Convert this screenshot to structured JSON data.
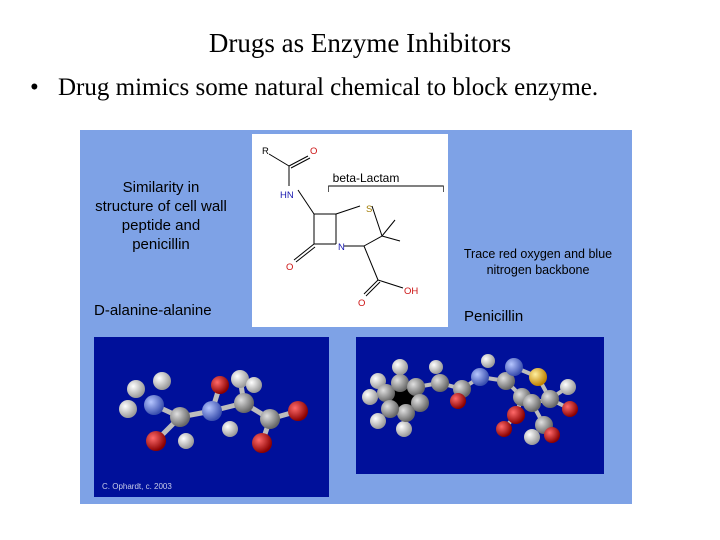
{
  "slide": {
    "title": "Drugs as Enzyme Inhibitors",
    "bullet_symbol": "•",
    "bullet": "Drug mimics some natural chemical to block enzyme."
  },
  "figure": {
    "similarity_text": "Similarity in structure of cell wall peptide and penicillin",
    "left_molecule_label": "D-alanine-alanine",
    "trace_text": "Trace red oxygen and blue nitrogen backbone",
    "right_molecule_label": "Penicillin",
    "credit": "C. Ophardt, c. 2003",
    "structure": {
      "ring_label": "beta-Lactam",
      "atoms": {
        "r": "R",
        "o_top": "O",
        "hn": "HN",
        "s": "S",
        "n": "N",
        "o_left": "O",
        "oh": "OH",
        "o_bottom": "O"
      }
    },
    "colors": {
      "background": "#7ea2e6",
      "panel": "#00109a",
      "oxygen": "#cc1111",
      "nitrogen": "#5b78d6",
      "sulfur": "#e8b020",
      "carbon": "#b8b8b8",
      "hydrogen": "#eeeeee"
    }
  }
}
